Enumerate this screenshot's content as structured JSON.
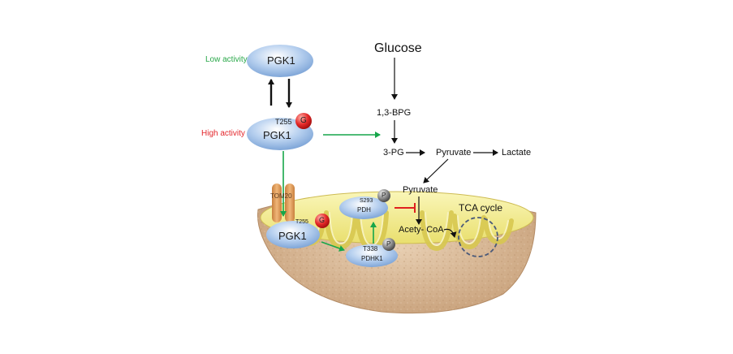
{
  "labels": {
    "low_activity": "Low activity",
    "high_activity": "High activity",
    "pgk1_top": "PGK1",
    "pgk1_mid": "PGK1",
    "pgk1_mito": "PGK1",
    "t255_mid": "T255",
    "t255_mito": "T255",
    "g_mid": "G",
    "g_mito": "G",
    "tom20": "TOM20",
    "s293": "S293",
    "pdh": "PDH",
    "p_pdh": "P",
    "t338": "T338",
    "pdhk1": "PDHK1",
    "p_pdhk1": "P",
    "glucose": "Glucose",
    "bpg": "1,3-BPG",
    "pg3": "3-PG",
    "pyruvate_cyto": "Pyruvate",
    "lactate": "Lactate",
    "pyruvate_mito": "Pyruvate",
    "acetyl_coa": "Acety- CoA",
    "tca_cycle": "TCA cycle"
  },
  "colors": {
    "low_activity": "#2aa84a",
    "high_activity": "#e3262b",
    "activation_arrow": "#16a64a",
    "inhibition": "#e02020",
    "ellipse_blue": "#a9c7ea",
    "mito_outer": "#d9b896",
    "mito_inner": "#f3ee9a",
    "g_badge": "#e52a2a",
    "p_badge": "#8a8a8a",
    "tom20": "#e4a86a"
  }
}
